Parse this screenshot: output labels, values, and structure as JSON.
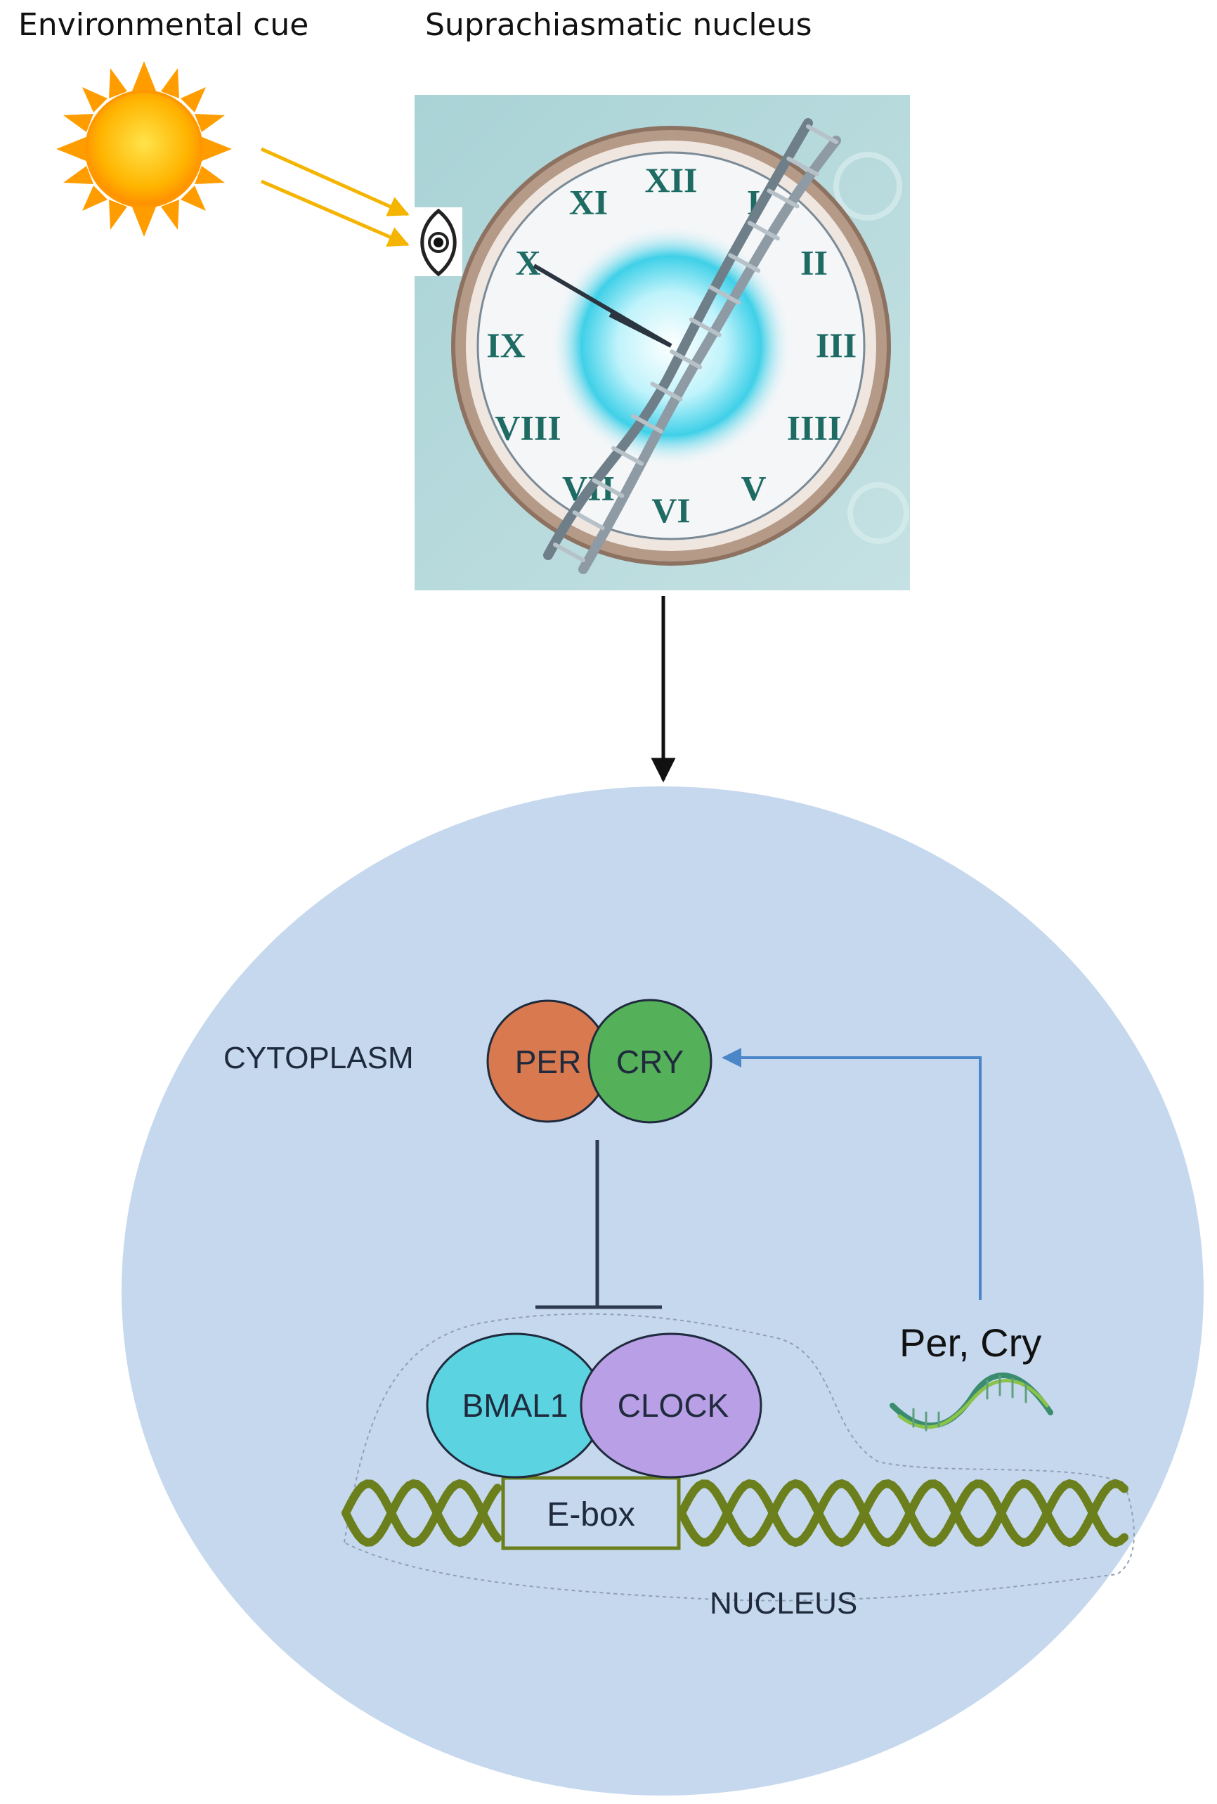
{
  "labels": {
    "environmental_cue": "Environmental cue",
    "scn": "Suprachiasmatic nucleus",
    "cytoplasm": "CYTOPLASM",
    "nucleus": "NUCLEUS",
    "per_cry_genes": "Per, Cry"
  },
  "nodes": {
    "per": "PER",
    "cry": "CRY",
    "bmal1": "BMAL1",
    "clock": "CLOCK",
    "ebox": "E-box"
  },
  "clock_numerals": [
    "XII",
    "I",
    "II",
    "III",
    "IIII",
    "V",
    "VI",
    "VII",
    "VIII",
    "IX",
    "X",
    "XI"
  ],
  "colors": {
    "cell": "#c6d8ee",
    "per": "#d9794f",
    "cry": "#55b05a",
    "bmal1": "#5cd3e0",
    "clock": "#b9a0e6",
    "dna": "#6b7f1c",
    "feedback_arrow": "#4a86c8",
    "sun_rays": "#f4b400",
    "inhibition": "#2e3a4f"
  },
  "icons": [
    "sun-icon",
    "eye-icon",
    "clock-dna-image",
    "mrna-icon"
  ]
}
